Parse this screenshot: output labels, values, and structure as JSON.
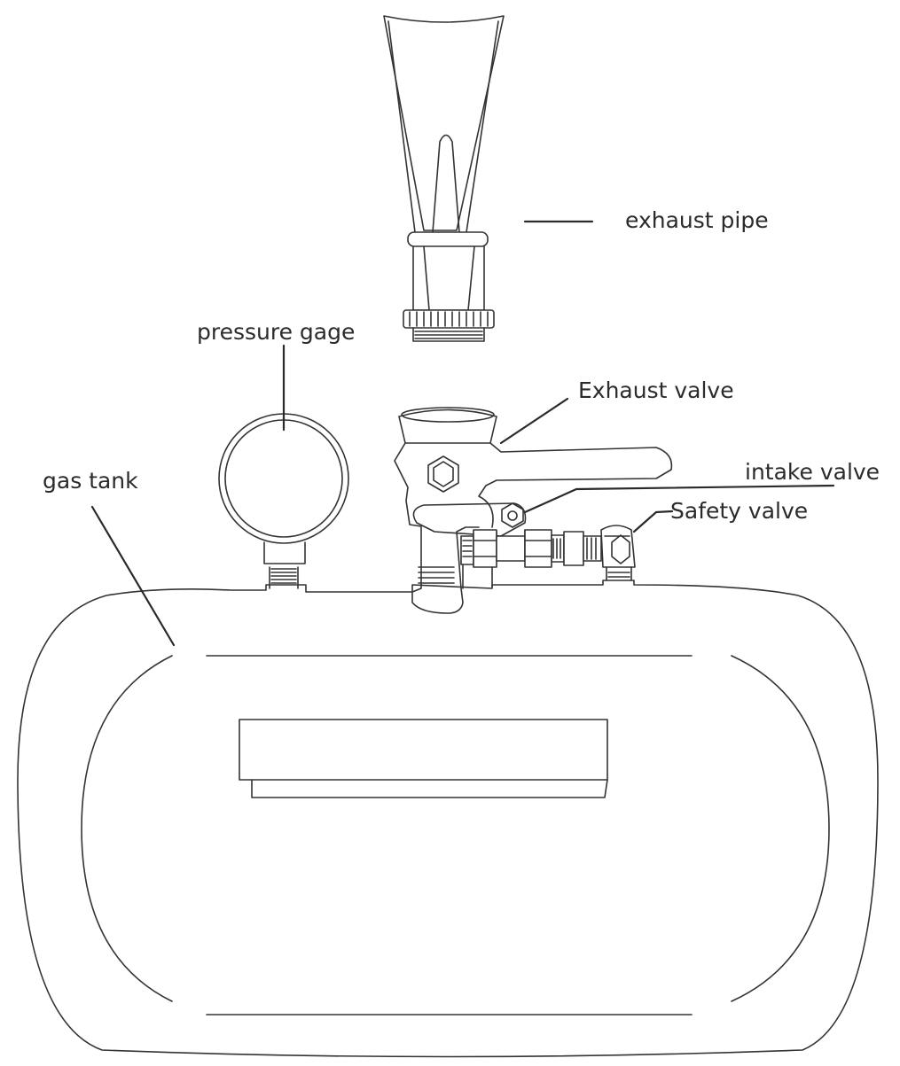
{
  "labels": {
    "exhaust_pipe": "exhaust pipe",
    "pressure_gage": "pressure gage",
    "exhaust_valve": "Exhaust valve",
    "gas_tank": "gas tank",
    "intake_valve": "intake valve",
    "safety_valve": "Safety valve"
  },
  "colors": {
    "line": "#333333",
    "text": "#2b2b2b",
    "background": "#ffffff"
  }
}
